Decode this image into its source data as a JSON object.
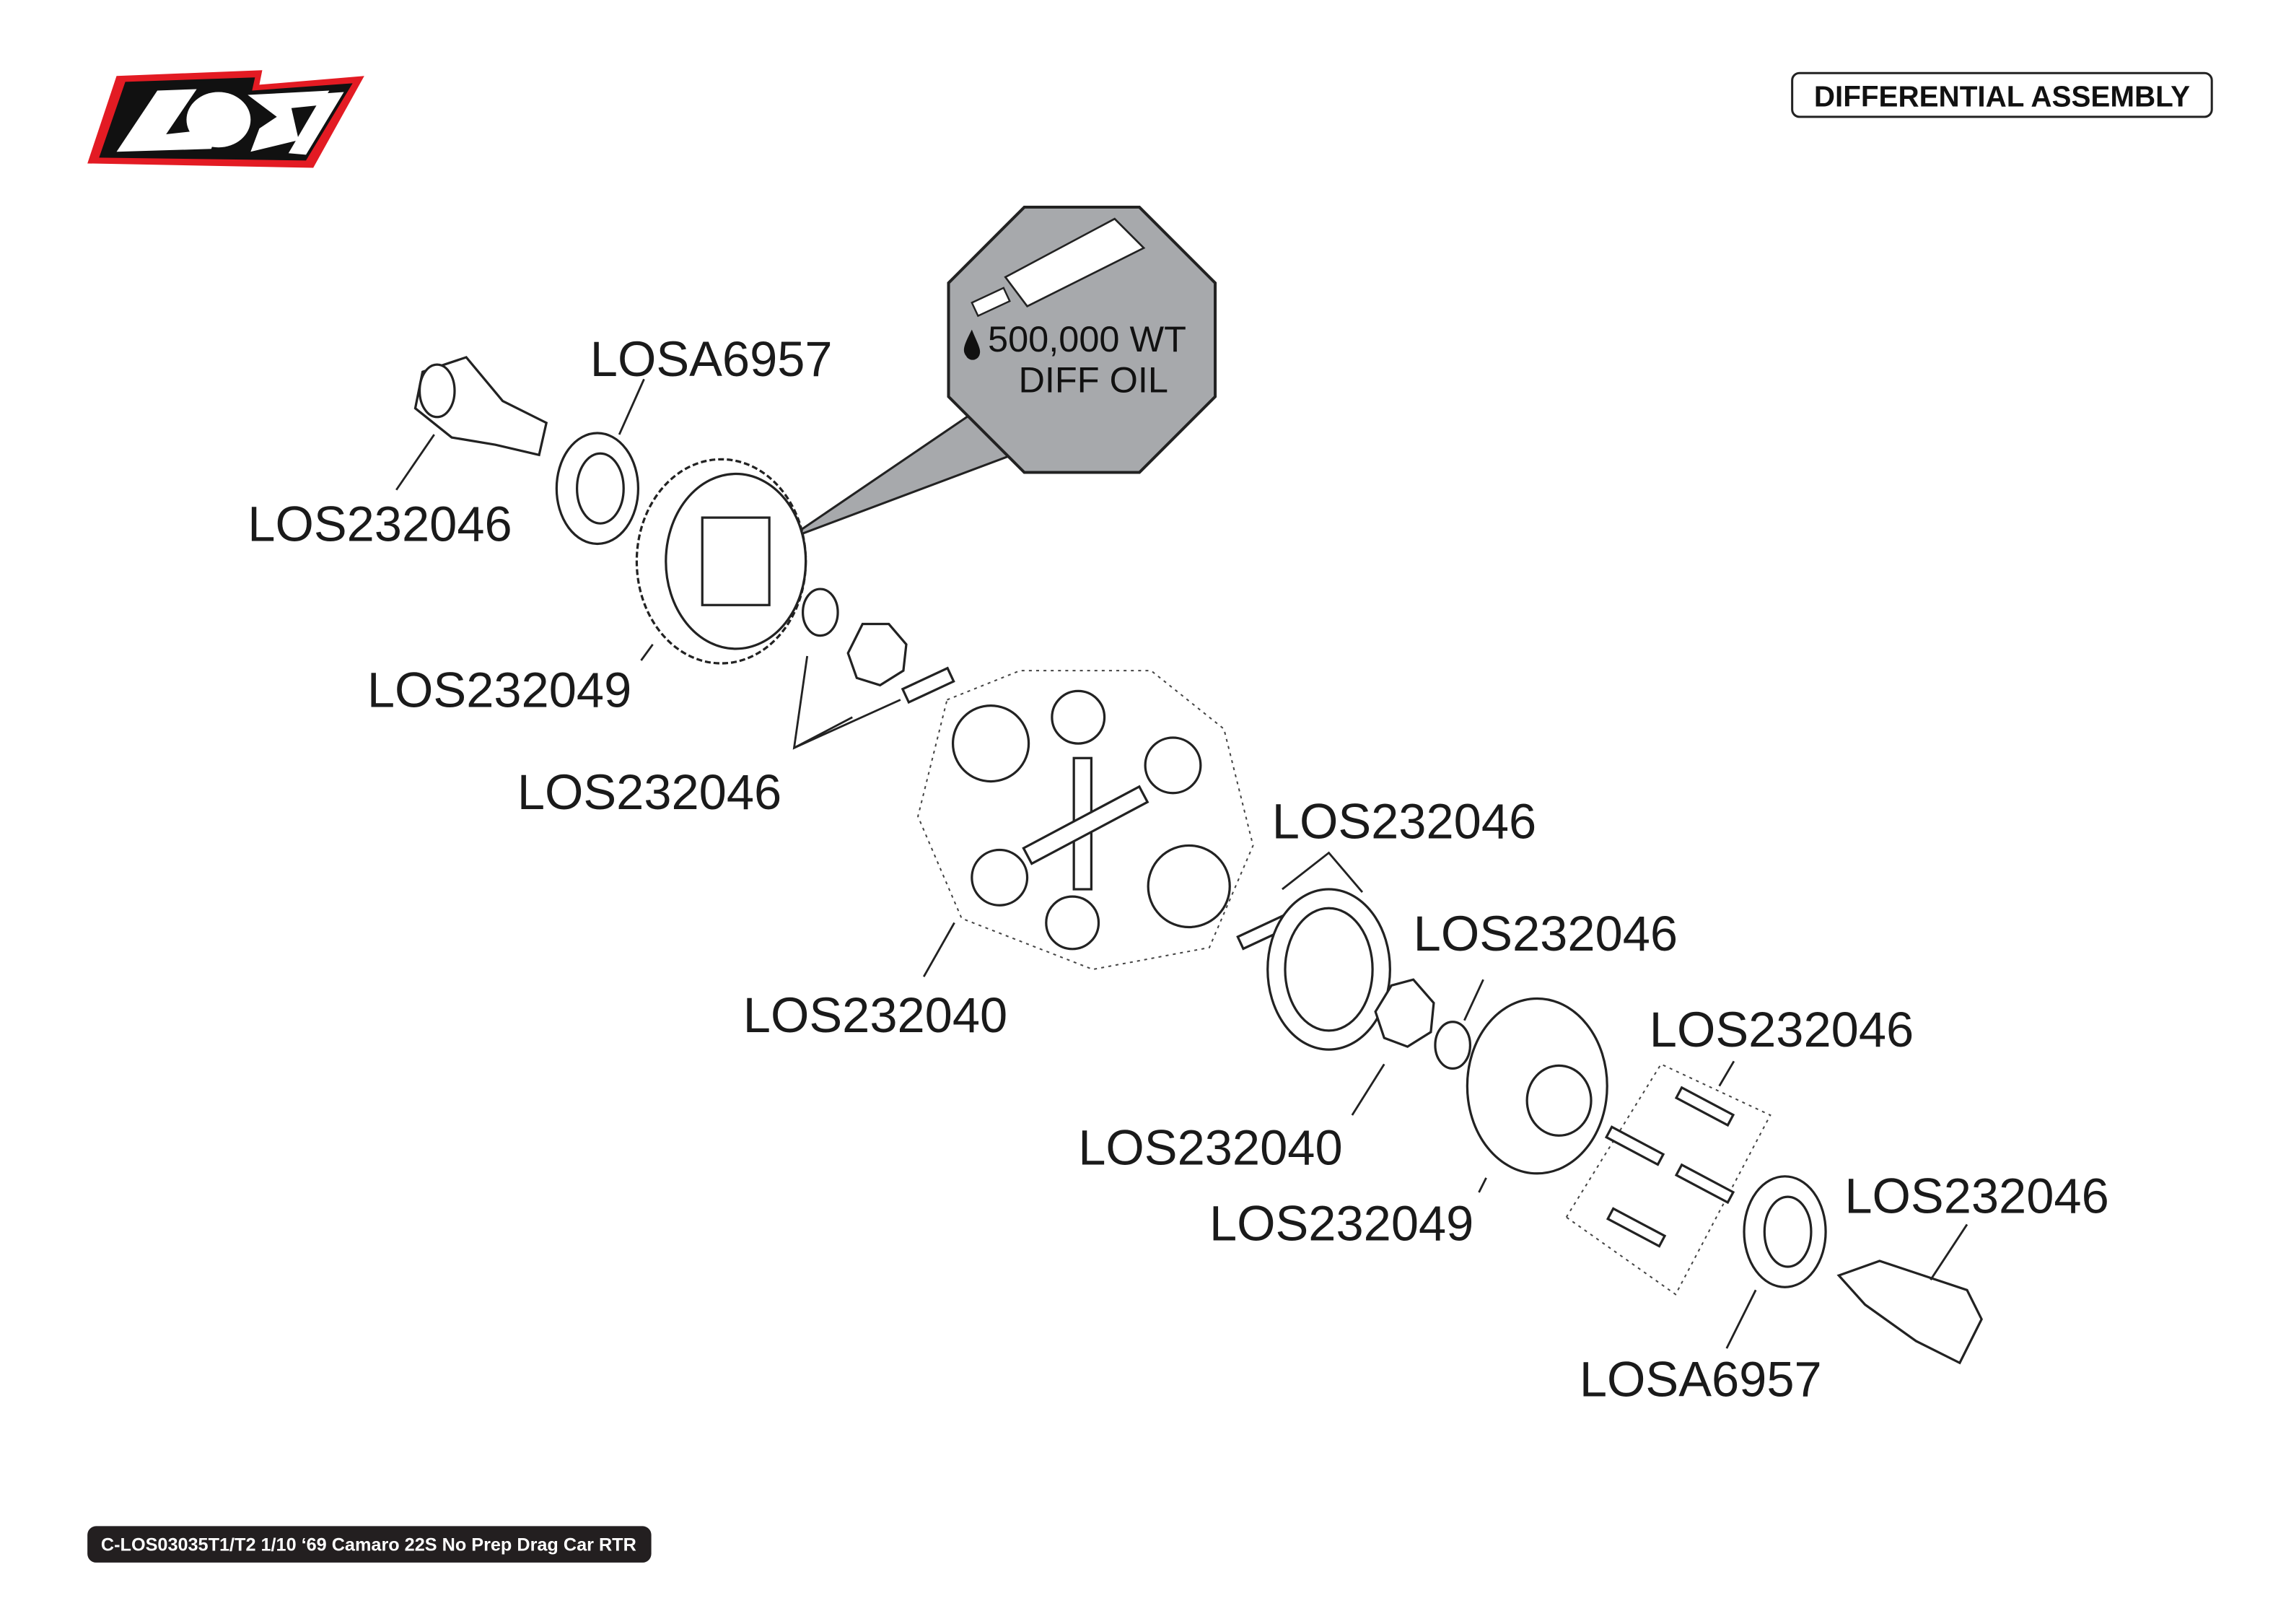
{
  "header": {
    "logo_text": "LOSI",
    "section_title": "DIFFERENTIAL ASSEMBLY"
  },
  "callout": {
    "line1": "500,000 WT",
    "line2": "DIFF OIL"
  },
  "labels": [
    "LOSA6957",
    "LOS232046",
    "LOS232049",
    "LOS232046",
    "LOS232046",
    "LOS232046",
    "LOS232040",
    "LOS232046",
    "LOS232040",
    "LOS232049",
    "LOS232046",
    "LOSA6957"
  ],
  "footer": {
    "text": "C-LOS03035T1/T2 1/10 ‘69 Camaro 22S No Prep Drag Car RTR"
  },
  "colors": {
    "logo_red": "#e31b23",
    "callout_gray": "#a7a9ac",
    "footer_bg": "#231f20"
  }
}
